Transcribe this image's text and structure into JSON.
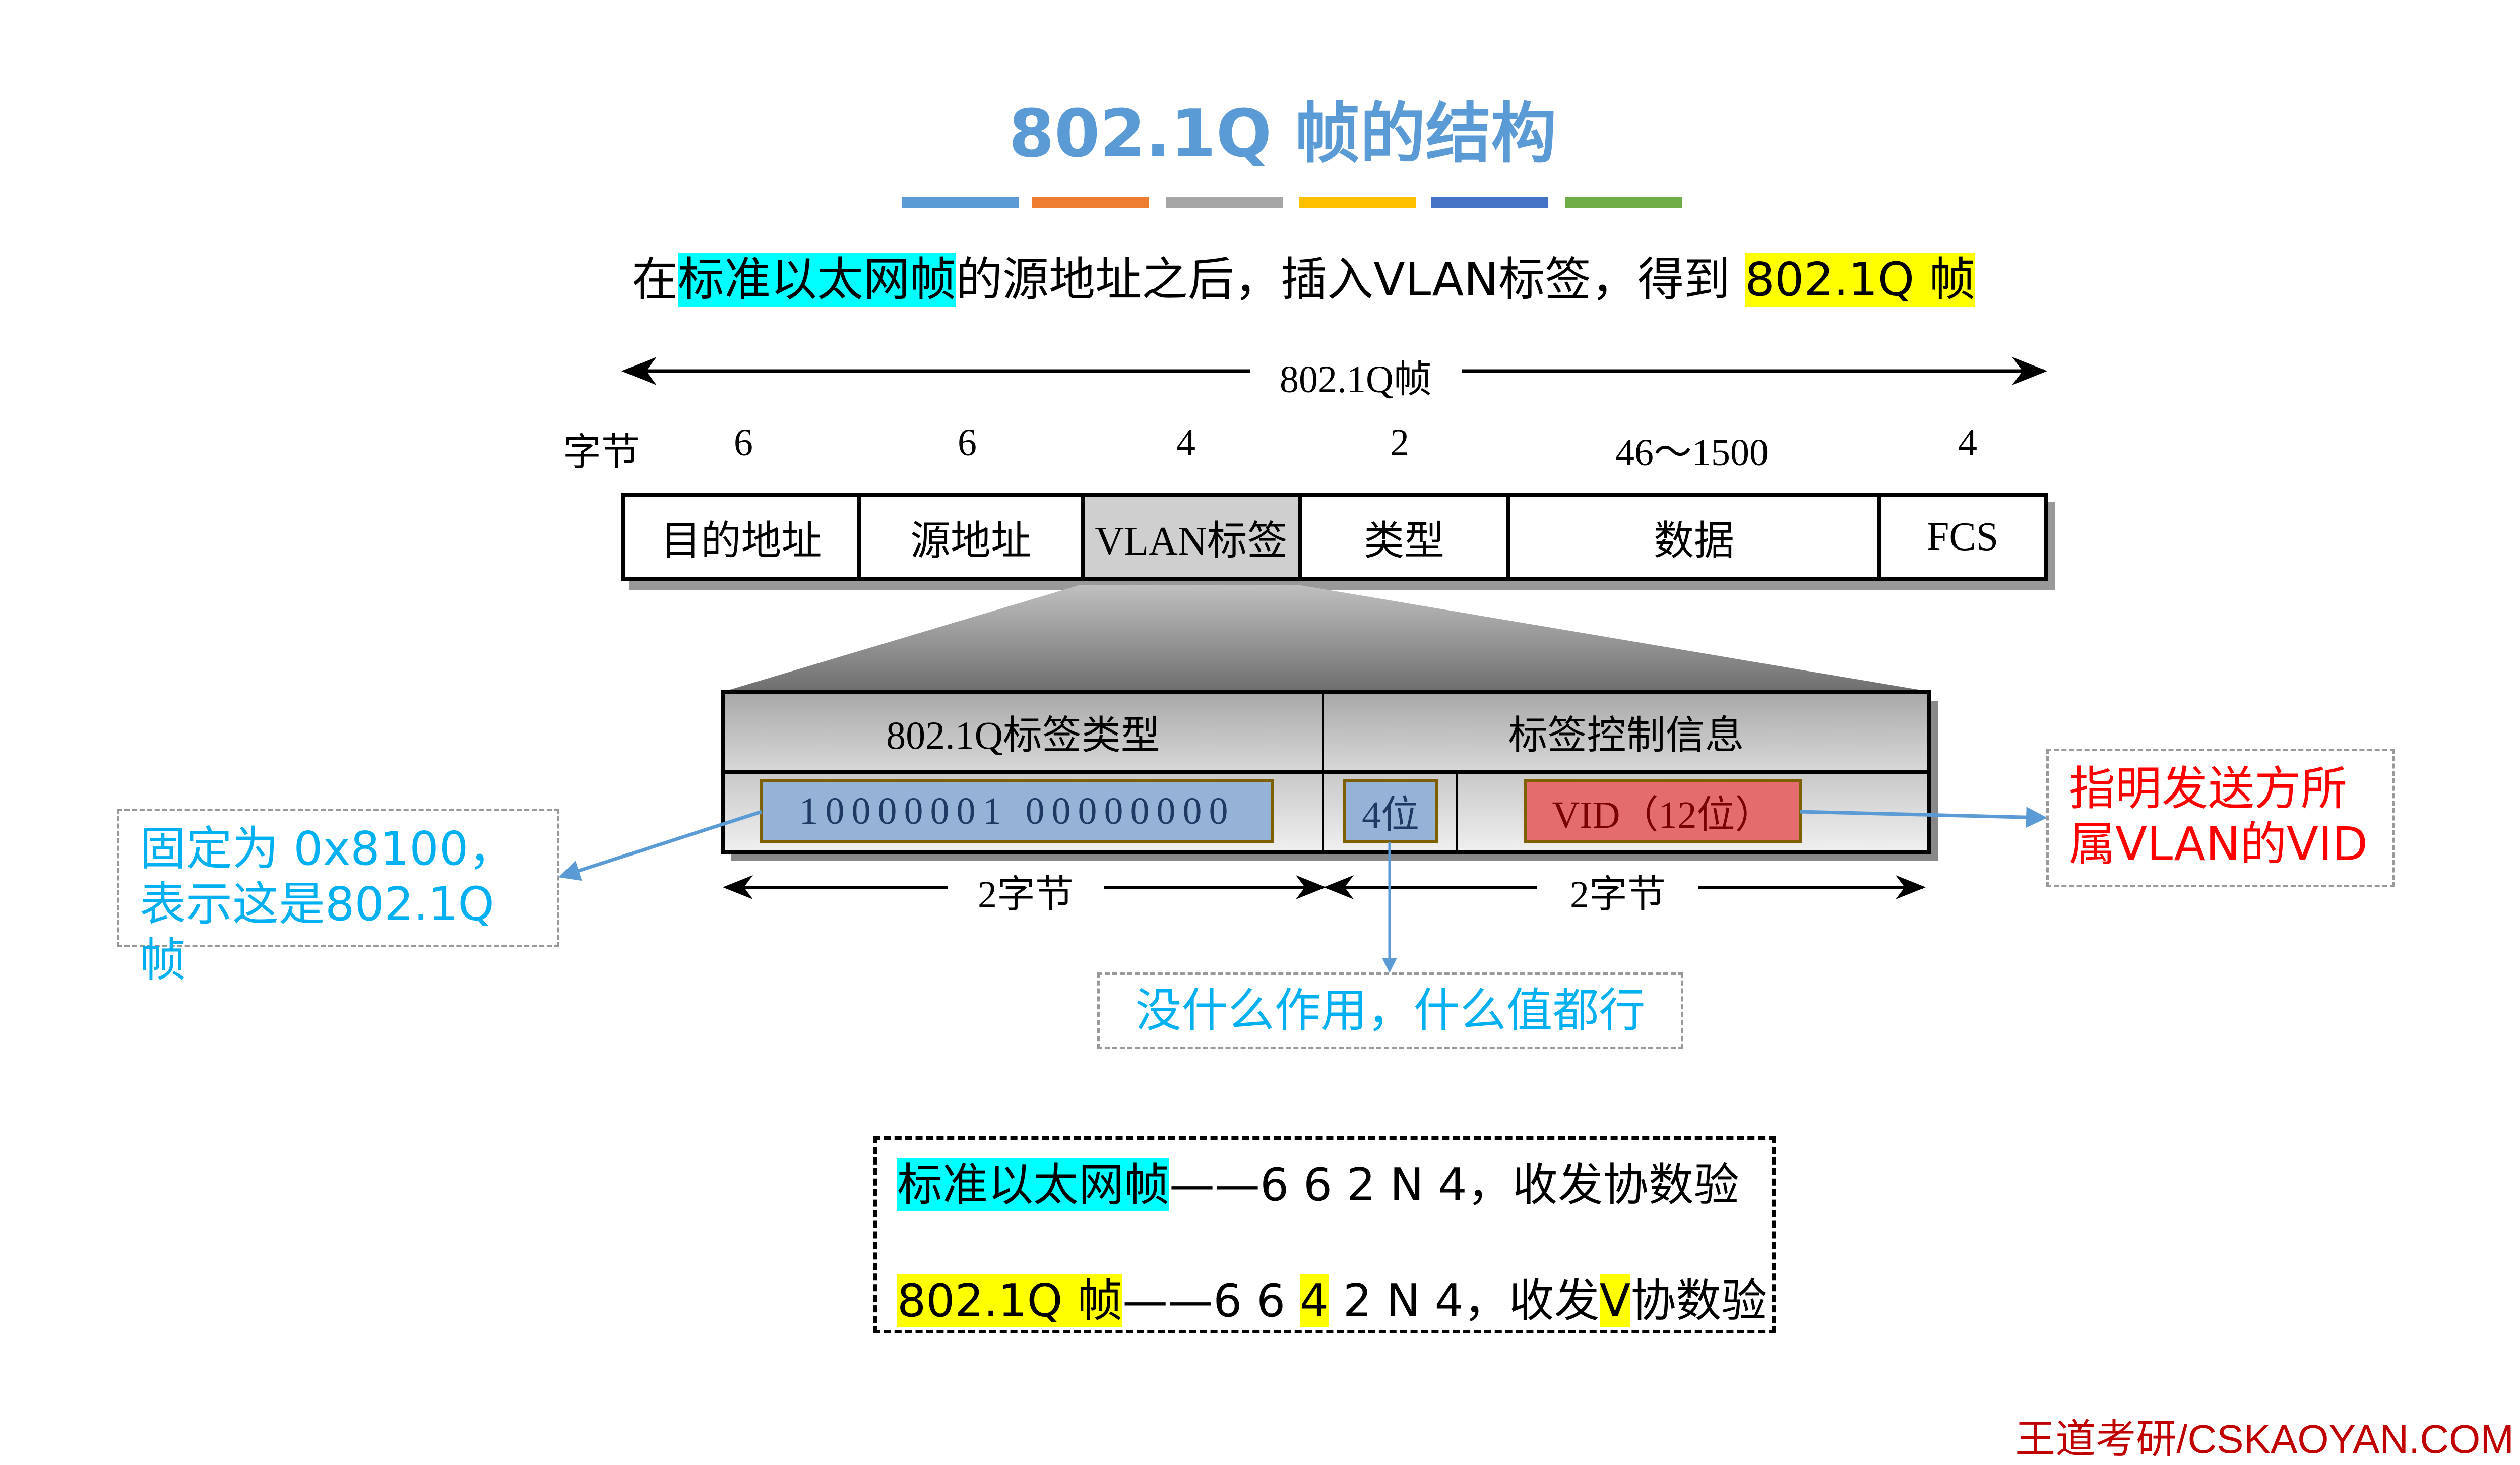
{
  "title": "802.1Q 帧的结构",
  "color_bars": [
    "#5b9bd5",
    "#ed7d31",
    "#a5a5a5",
    "#ffc000",
    "#4472c4",
    "#70ad47"
  ],
  "subtitle": {
    "pre": "在",
    "hl1": "标准以太网帧",
    "mid": "的源地址之后，插入VLAN标签，得到 ",
    "hl2": "802.1Q 帧"
  },
  "diagram": {
    "frame_label": "802.1Q帧",
    "bytes_label": "字节",
    "bytes": [
      "6",
      "6",
      "4",
      "2",
      "46～1500",
      "4"
    ],
    "fields": [
      "目的地址",
      "源地址",
      "VLAN标签",
      "类型",
      "数据",
      "FCS"
    ],
    "tag_type_header": "802.1Q标签类型",
    "tag_control_header": "标签控制信息",
    "tag_type_value": "10000001 00000000",
    "pri_bits": "4位",
    "vid": "VID（12位）",
    "left_span": "2字节",
    "right_span": "2字节"
  },
  "callouts": {
    "left": "固定为 0x8100，表示这是802.1Q帧",
    "right": "指明发送方所属VLAN的VID",
    "bottom": "没什么作用，什么值都行"
  },
  "summary": {
    "line1": {
      "hl": "标准以太网帧",
      "rest": "——6 6 2 N 4，收发协数验"
    },
    "line2": {
      "hl": "802.1Q 帧",
      "a": "——6 6 ",
      "hl4": "4",
      "b": " 2 N 4，收发",
      "hlv": "V",
      "c": "协数验"
    }
  },
  "footer": "王道考研/CSKAOYAN.COM"
}
